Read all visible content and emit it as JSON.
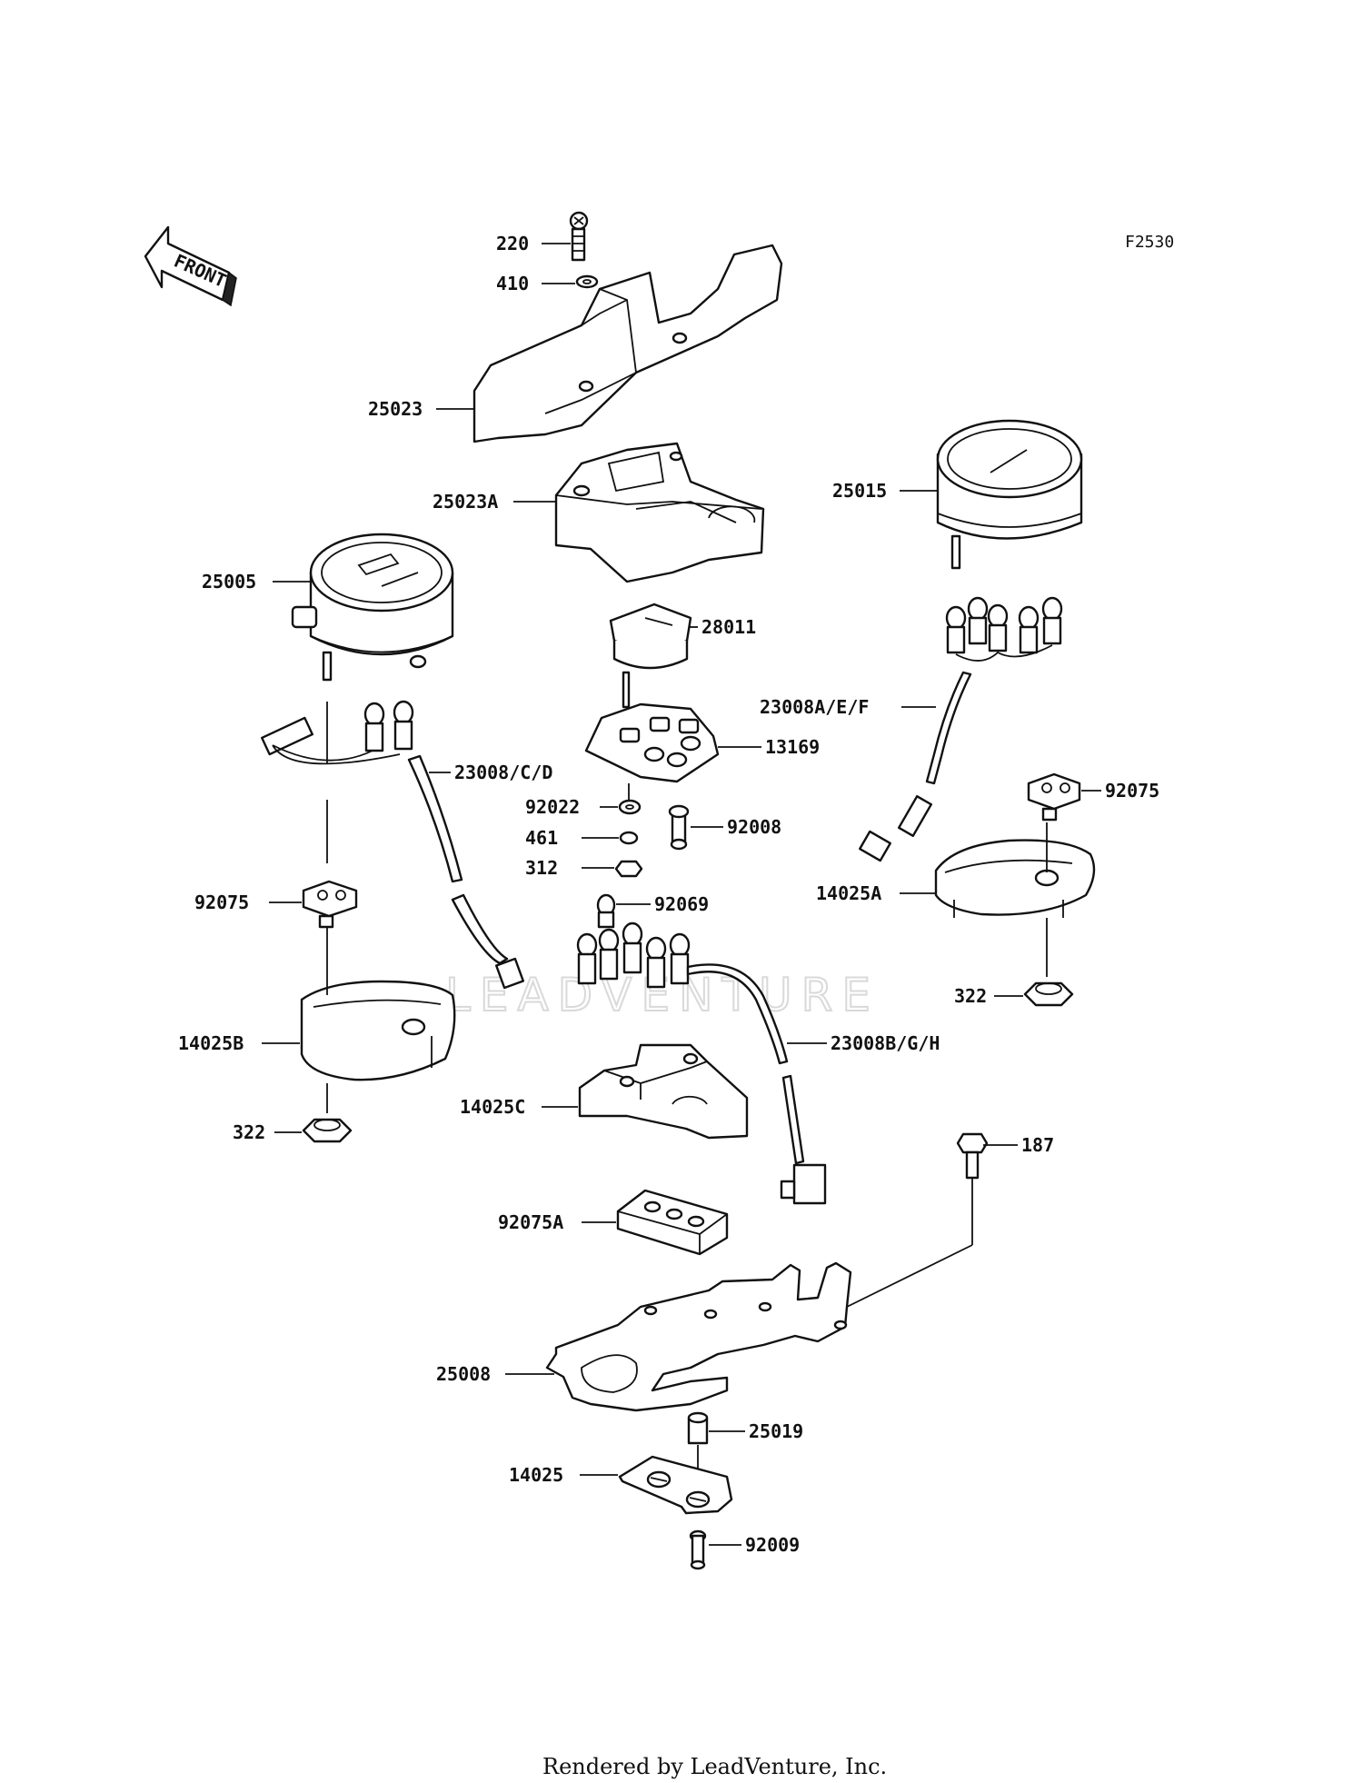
{
  "diagram_code": "F2530",
  "front_label": "FRONT",
  "watermark": "LEADVENTURE",
  "footer": "Rendered by LeadVenture, Inc.",
  "labels": {
    "p220": "220",
    "p410": "410",
    "p25023": "25023",
    "p25023A": "25023A",
    "p25015": "25015",
    "p25005": "25005",
    "p28011": "28011",
    "p23008AEF": "23008A/E/F",
    "p13169": "13169",
    "p23008CD": "23008/C/D",
    "p92075_right": "92075",
    "p92022": "92022",
    "p92008": "92008",
    "p461": "461",
    "p312": "312",
    "p14025A": "14025A",
    "p92075_left": "92075",
    "p92069": "92069",
    "p322_right": "322",
    "p14025B": "14025B",
    "p23008BGH": "23008B/G/H",
    "p14025C": "14025C",
    "p322_left": "322",
    "p187": "187",
    "p92075A": "92075A",
    "p25008": "25008",
    "p25019": "25019",
    "p14025": "14025",
    "p92009": "92009"
  }
}
